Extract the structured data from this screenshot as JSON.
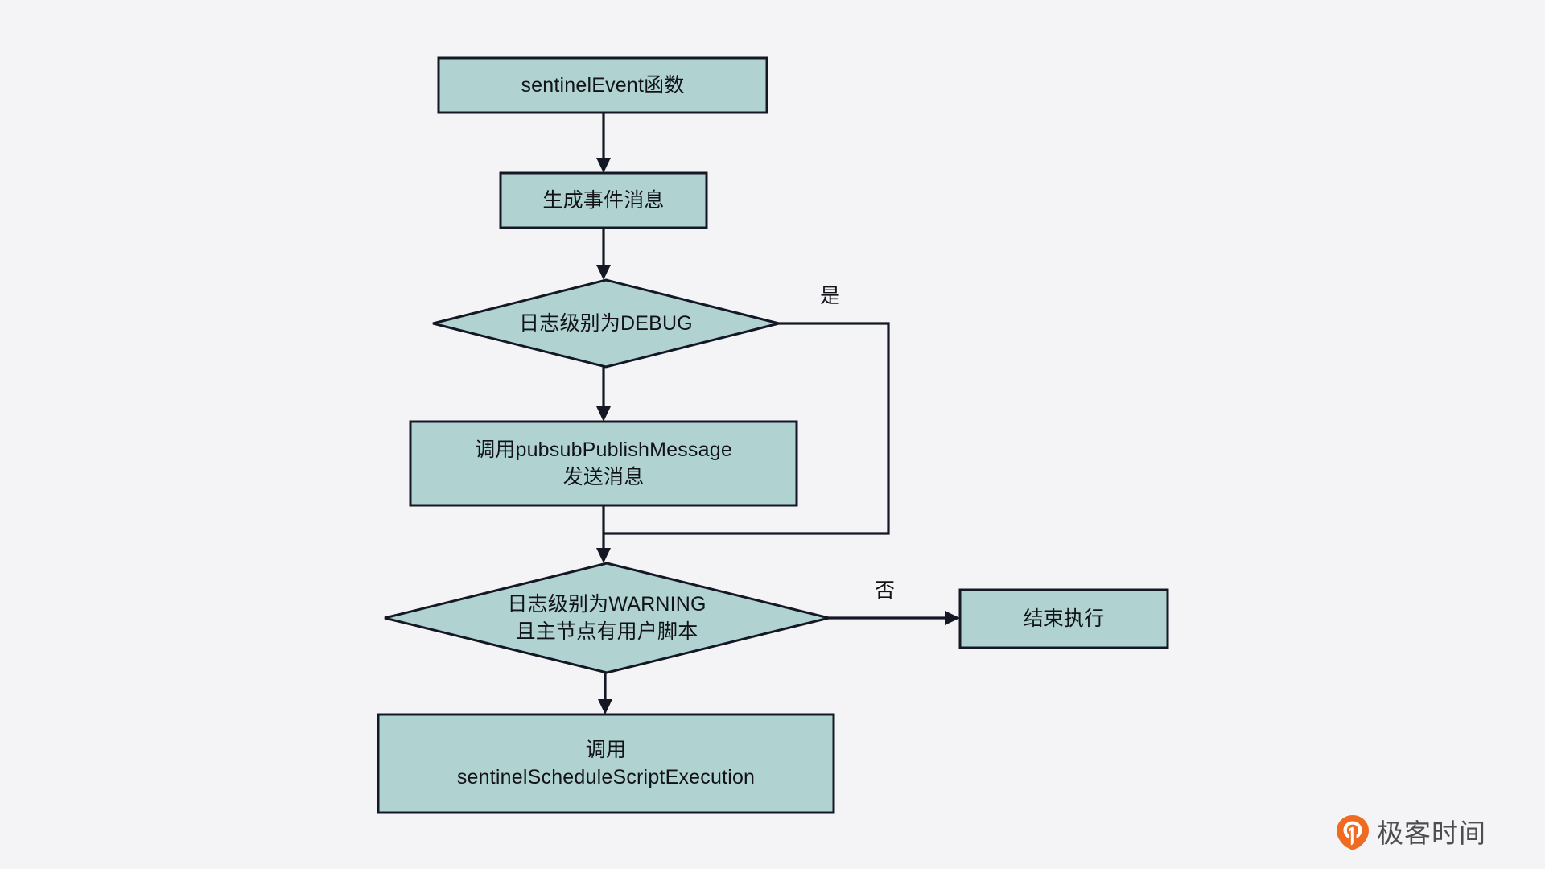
{
  "diagram": {
    "type": "flowchart",
    "orientation": "top-to-bottom",
    "background_color": "#f4f4f7",
    "node_fill_color": "#b0d3d2",
    "node_stroke_color": "#141824",
    "text_color": "#111318",
    "nodes": [
      {
        "id": "start",
        "shape": "rectangle",
        "lines": [
          "sentinelEvent函数"
        ]
      },
      {
        "id": "build",
        "shape": "rectangle",
        "lines": [
          "生成事件消息"
        ]
      },
      {
        "id": "debug",
        "shape": "diamond",
        "lines": [
          "日志级别为DEBUG"
        ]
      },
      {
        "id": "publish",
        "shape": "rectangle",
        "lines": [
          "调用pubsubPublishMessage",
          "发送消息"
        ]
      },
      {
        "id": "warning",
        "shape": "diamond",
        "lines": [
          "日志级别为WARNING",
          "且主节点有用户脚本"
        ]
      },
      {
        "id": "end",
        "shape": "rectangle",
        "lines": [
          "结束执行"
        ]
      },
      {
        "id": "schedule",
        "shape": "rectangle",
        "lines": [
          "调用",
          "sentinelScheduleScriptExecution"
        ]
      }
    ],
    "edges": [
      {
        "from": "start",
        "to": "build",
        "label": ""
      },
      {
        "from": "build",
        "to": "debug",
        "label": ""
      },
      {
        "from": "debug",
        "to": "publish",
        "label": ""
      },
      {
        "from": "debug",
        "to": "warning",
        "label": "是"
      },
      {
        "from": "publish",
        "to": "warning",
        "label": ""
      },
      {
        "from": "warning",
        "to": "end",
        "label": "否"
      },
      {
        "from": "warning",
        "to": "schedule",
        "label": ""
      }
    ]
  },
  "nodes": {
    "start": {
      "line1": "sentinelEvent函数"
    },
    "build": {
      "line1": "生成事件消息"
    },
    "debug": {
      "line1": "日志级别为DEBUG"
    },
    "publish": {
      "line1": "调用pubsubPublishMessage",
      "line2": "发送消息"
    },
    "warning": {
      "line1": "日志级别为WARNING",
      "line2": "且主节点有用户脚本"
    },
    "end": {
      "line1": "结束执行"
    },
    "schedule": {
      "line1": "调用",
      "line2": "sentinelScheduleScriptExecution"
    }
  },
  "labels": {
    "yes": "是",
    "no": "否"
  },
  "watermark": {
    "text": "极客时间",
    "mark_color": "#f06a22",
    "text_color": "#4d4d4d"
  }
}
